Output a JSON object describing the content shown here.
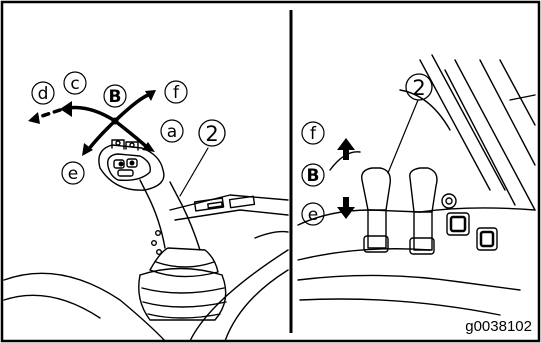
{
  "figure_code": "g0038102",
  "left_panel": {
    "callouts": {
      "a": "a",
      "b": "B",
      "c": "c",
      "d": "d",
      "e": "e",
      "f": "f",
      "item": "2"
    }
  },
  "right_panel": {
    "callouts": {
      "b": "B",
      "e": "e",
      "f": "f",
      "item": "2"
    }
  }
}
